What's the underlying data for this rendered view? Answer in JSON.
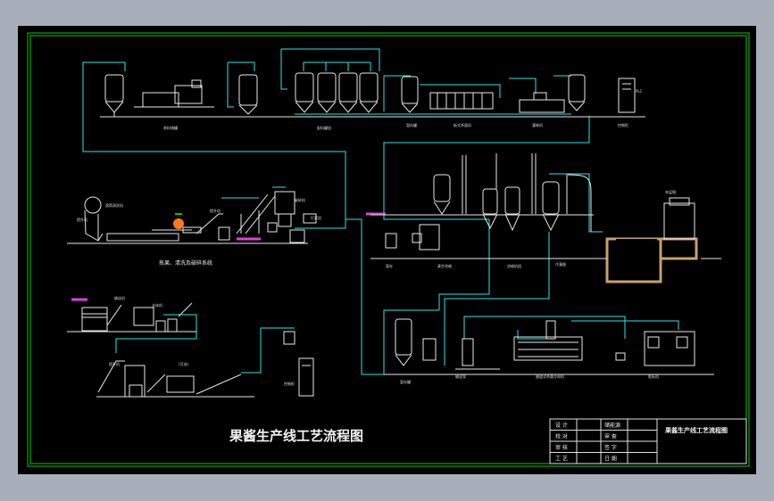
{
  "drawing": {
    "main_title": "果酱生产线工艺流程图",
    "section_label_washing": "拣果、清洗及破碎系统",
    "colors": {
      "background_outer": "#a9afba",
      "canvas": "#000000",
      "border": "#00d000",
      "pipe": "#2ee6e6",
      "equipment": "#e8e8e8",
      "tank_wall": "#c8a070",
      "accent_magenta": "#e040e0",
      "fruit_orange": "#ff7a1a"
    }
  },
  "title_block": {
    "drawing_name": "果酱生产线工艺流程图",
    "rows": [
      {
        "role": "设 计",
        "name": "储能源"
      },
      {
        "role": "校 对",
        "name": "审 查"
      },
      {
        "role": "审 核",
        "name": "签 字"
      },
      {
        "role": "工 艺",
        "name": "日 期"
      }
    ]
  }
}
